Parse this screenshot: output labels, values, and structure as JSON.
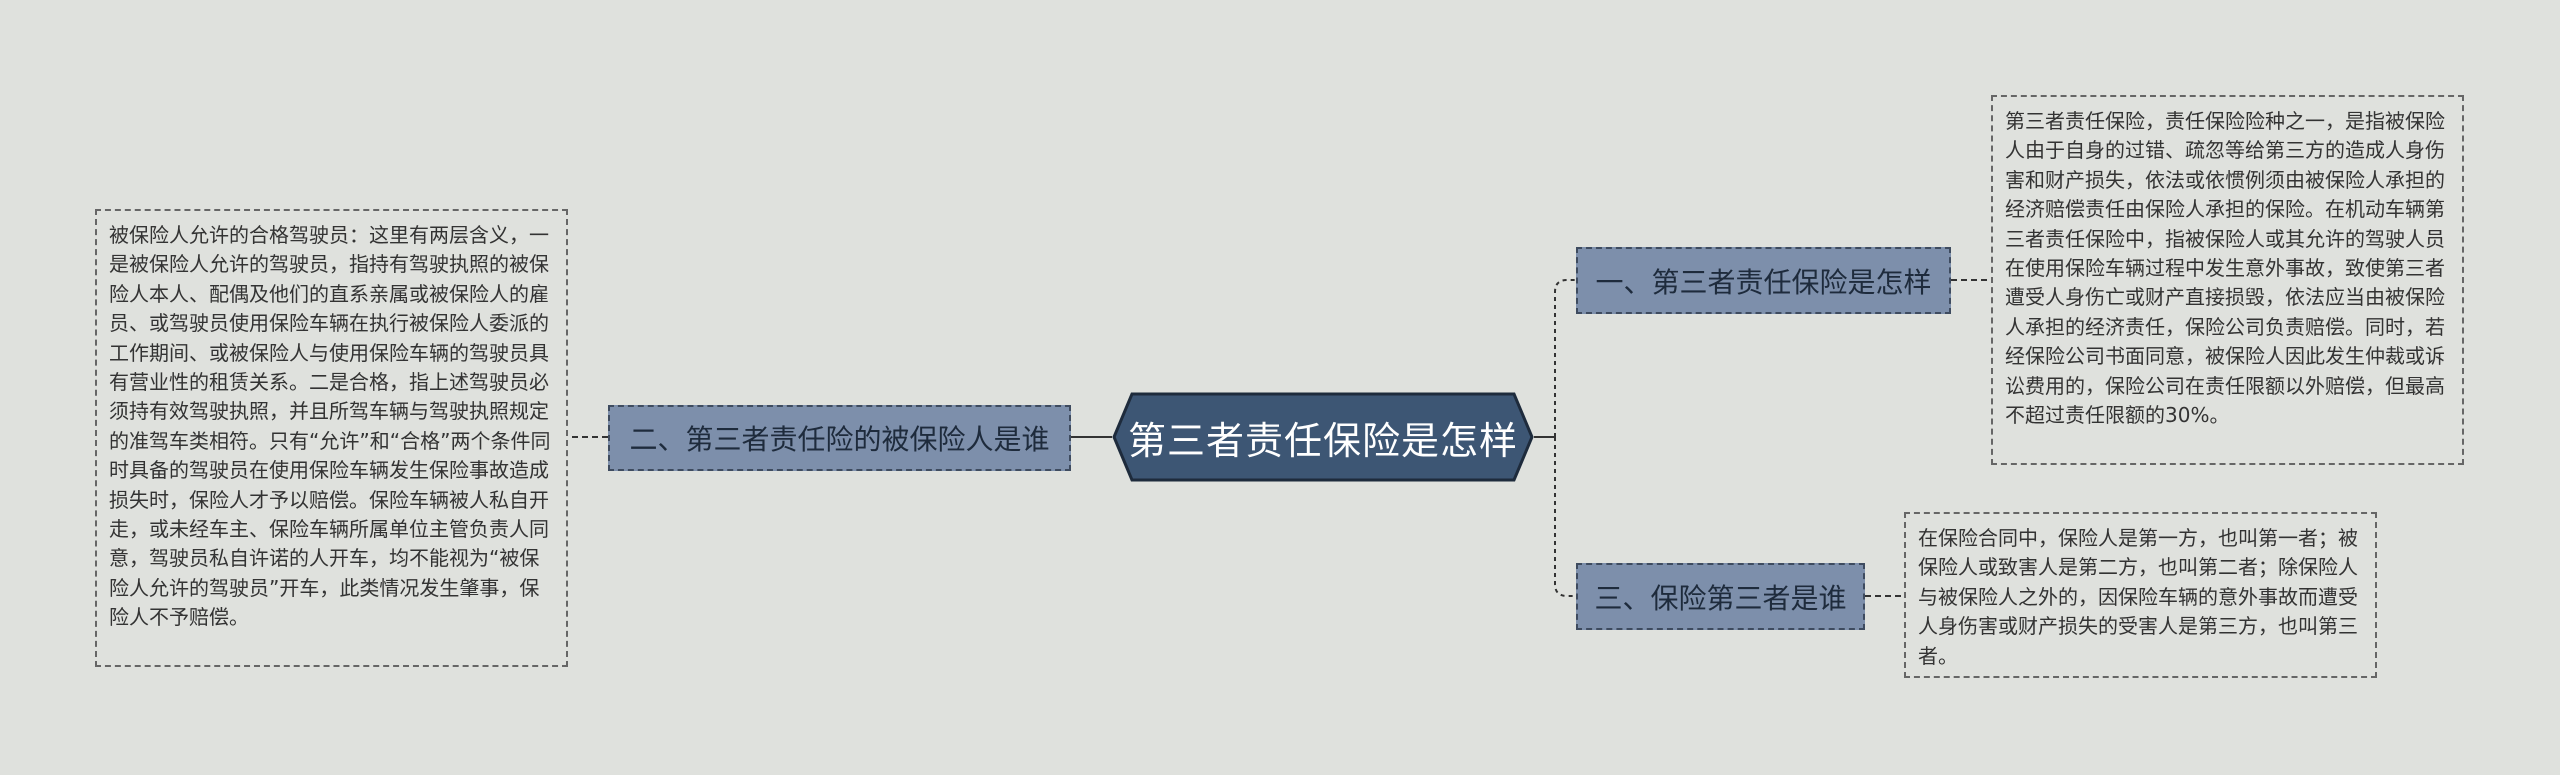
{
  "root": {
    "label": "第三者责任保险是怎样"
  },
  "branches": [
    {
      "label": "一、第三者责任保险是怎样",
      "detail": "第三者责任保险，责任保险险种之一，是指被保险人由于自身的过错、疏忽等给第三方的造成人身伤害和财产损失，依法或依惯例须由被保险人承担的经济赔偿责任由保险人承担的保险。在机动车辆第三者责任保险中，指被保险人或其允许的驾驶人员在使用保险车辆过程中发生意外事故，致使第三者遭受人身伤亡或财产直接损毁，依法应当由被保险人承担的经济责任，保险公司负责赔偿。同时，若经保险公司书面同意，被保险人因此发生仲裁或诉讼费用的，保险公司在责任限额以外赔偿，但最高不超过责任限额的30%。"
    },
    {
      "label": "二、第三者责任险的被保险人是谁",
      "detail": "被保险人允许的合格驾驶员：这里有两层含义，一是被保险人允许的驾驶员，指持有驾驶执照的被保险人本人、配偶及他们的直系亲属或被保险人的雇员、或驾驶员使用保险车辆在执行被保险人委派的工作期间、或被保险人与使用保险车辆的驾驶员具有营业性的租赁关系。二是合格，指上述驾驶员必须持有效驾驶执照，并且所驾车辆与驾驶执照规定的准驾车类相符。只有“允许”和“合格”两个条件同时具备的驾驶员在使用保险车辆发生保险事故造成损失时，保险人才予以赔偿。保险车辆被人私自开走，或未经车主、保险车辆所属单位主管负责人同意，驾驶员私自许诺的人开车，均不能视为“被保险人允许的驾驶员”开车，此类情况发生肇事，保险人不予赔偿。"
    },
    {
      "label": "三、保险第三者是谁",
      "detail": "在保险合同中，保险人是第一方，也叫第一者；被保险人或致害人是第二方，也叫第二者；除保险人与被保险人之外的，因保险车辆的意外事故而遭受人身伤害或财产损失的受害人是第三方，也叫第三者。"
    }
  ],
  "colors": {
    "background": "#dfe1dd",
    "root_fill": "#3d5674",
    "root_border": "#1e2b3c",
    "branch_fill": "#7d8fab",
    "connector": "#333333"
  }
}
